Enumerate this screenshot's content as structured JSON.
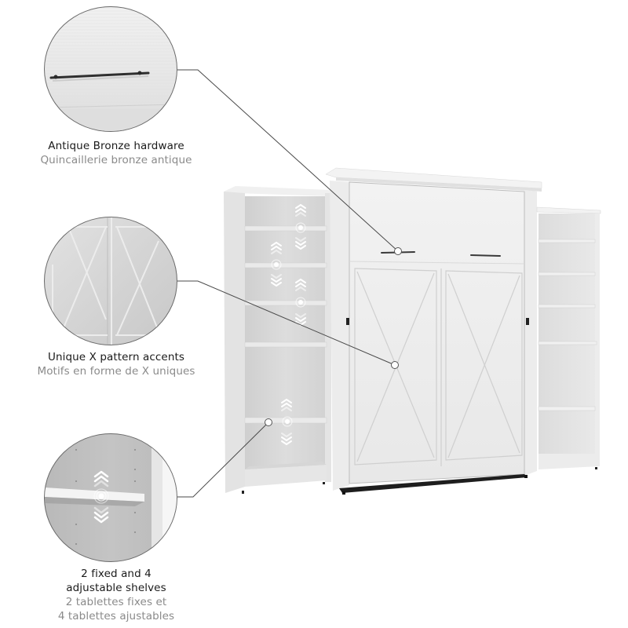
{
  "features": [
    {
      "id": "hardware",
      "title_en": "Antique Bronze hardware",
      "title_fr": "Quincaillerie bronze antique",
      "icon": "hardware-handle-icon"
    },
    {
      "id": "x-pattern",
      "title_en": "Unique X pattern accents",
      "title_fr": "Motifs en forme de X uniques",
      "icon": "x-pattern-icon"
    },
    {
      "id": "shelves",
      "title_en_line1": "2 fixed and 4",
      "title_en_line2": "adjustable shelves",
      "title_fr_line1": "2 tablettes fixes et",
      "title_fr_line2": "4 tablettes ajustables",
      "icon": "adjustable-shelf-icon"
    }
  ],
  "product": {
    "components": [
      "left-bookcase",
      "murphy-bed-cabinet",
      "right-bookcase"
    ],
    "finish_color": "#ededed",
    "hardware_color": "#3a3a3a",
    "callout_line_color": "#4a4a4a"
  }
}
